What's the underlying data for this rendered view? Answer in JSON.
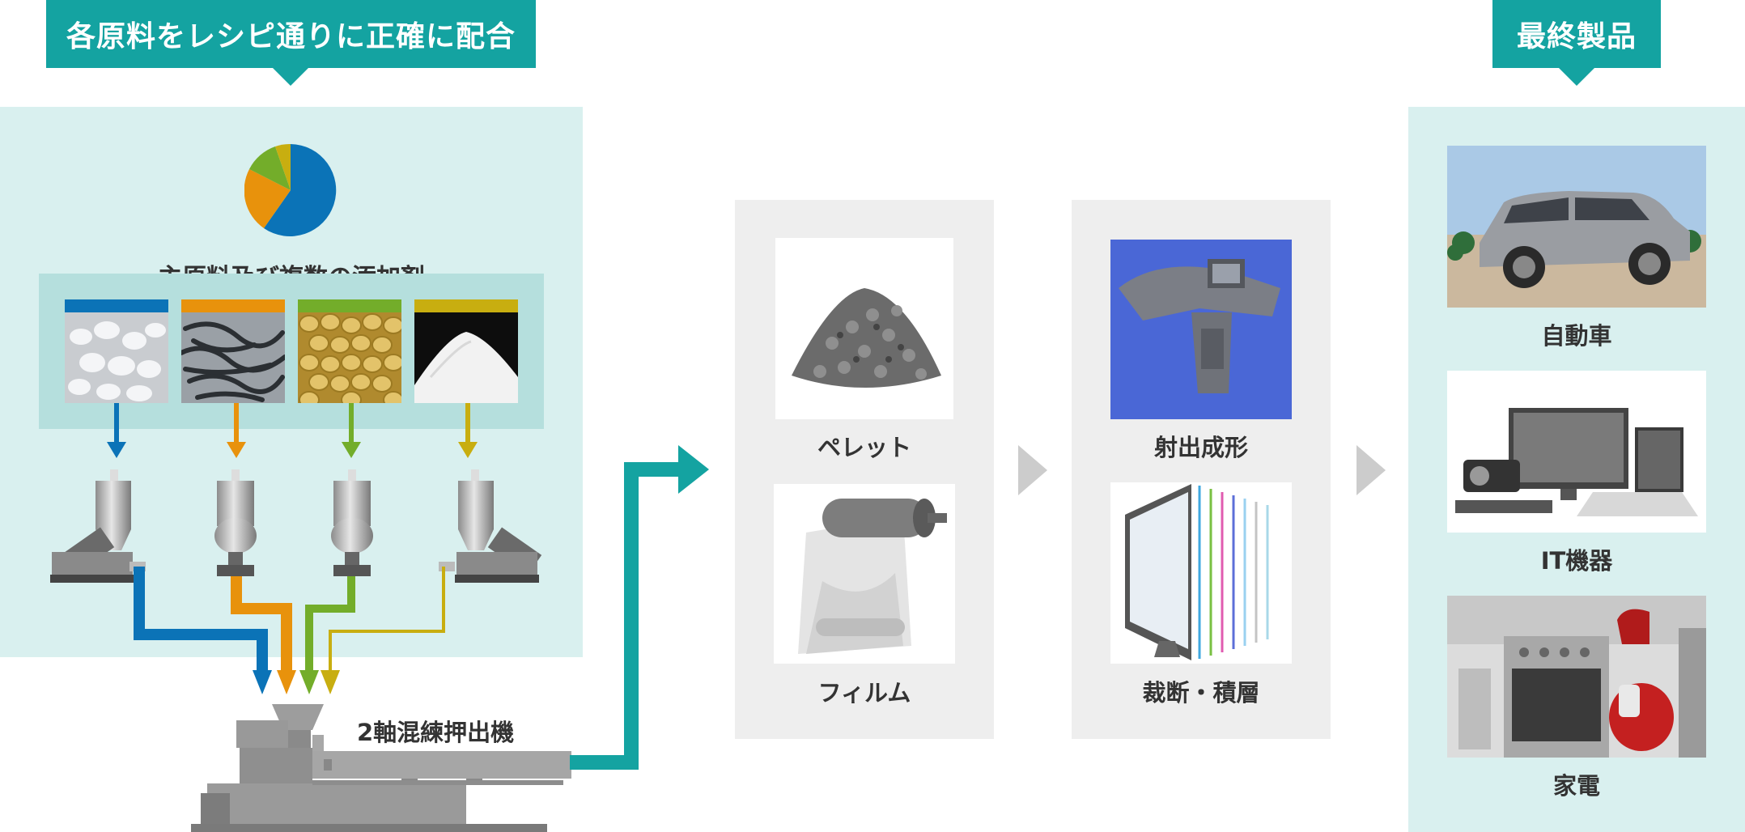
{
  "banners": {
    "left": "各原料をレシピ通りに正確に配合",
    "right": "最終製品"
  },
  "ingredients": {
    "title": "主原料及び複数の添加剤",
    "items": [
      {
        "name": "white-granules",
        "color": "#0b73b7"
      },
      {
        "name": "black-fibers",
        "color": "#e8920c"
      },
      {
        "name": "yellow-pellets",
        "color": "#73ad2a"
      },
      {
        "name": "white-powder",
        "color": "#c8ae10"
      }
    ],
    "pie_colors": [
      "#0b73b7",
      "#e8920c",
      "#73ad2a",
      "#c8ae10"
    ]
  },
  "extruder": {
    "label": "2軸混練押出機"
  },
  "intermediate": [
    {
      "label": "ペレット"
    },
    {
      "label": "フィルム"
    }
  ],
  "processing": [
    {
      "label": "射出成形"
    },
    {
      "label": "裁断・積層"
    }
  ],
  "final_products": [
    {
      "label": "自動車"
    },
    {
      "label": "IT機器"
    },
    {
      "label": "家電"
    }
  ],
  "colors": {
    "teal": "#14a3a1",
    "teal_light": "#d9f0ef",
    "teal_mid": "#b5dfdd",
    "gray_panel": "#eeeeee",
    "chevron": "#cccccc"
  }
}
